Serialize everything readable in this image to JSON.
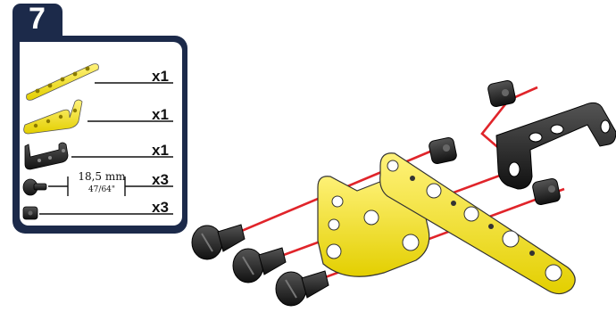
{
  "step": {
    "number": "7"
  },
  "parts_list": [
    {
      "name": "long-flat-bar",
      "quantity": "x1"
    },
    {
      "name": "l-bracket-yellow",
      "quantity": "x1"
    },
    {
      "name": "black-angle-bracket",
      "quantity": "x1"
    },
    {
      "name": "bolt",
      "quantity": "x3",
      "length_mm": "18,5 mm",
      "length_in": "47/64\""
    },
    {
      "name": "nut",
      "quantity": "x3"
    }
  ],
  "colors": {
    "frame": "#1c2a4a",
    "yellow_part": "#f2e21c",
    "black_part": "#1a1a1a",
    "guide_line": "#e0242a"
  }
}
